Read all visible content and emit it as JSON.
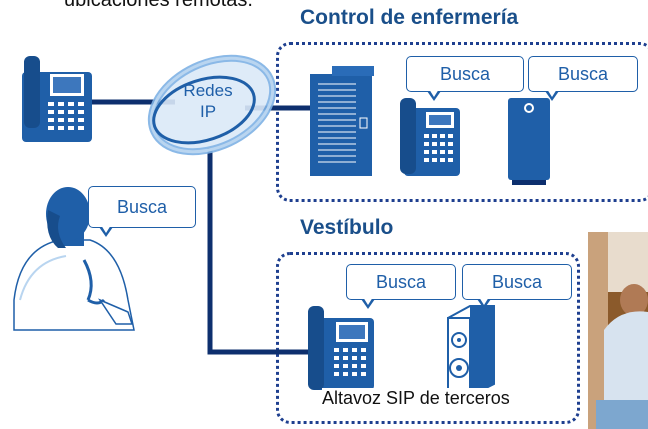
{
  "intro_text": "ubicaciones remotas.",
  "network": {
    "label_line1": "Redes",
    "label_line2": "IP"
  },
  "nursing_zone": {
    "title": "Control de enfermería"
  },
  "lobby_zone": {
    "title": "Vestíbulo",
    "speaker_caption": "Altavoz SIP de terceros"
  },
  "bubbles": {
    "nursing_phone": "Busca",
    "nursing_door": "Busca",
    "doctor": "Busca",
    "lobby_phone": "Busca",
    "lobby_speaker": "Busca"
  },
  "colors": {
    "primary": "#1f5fa8",
    "dark": "#1e3f8f",
    "line": "#0d2f6e",
    "ring": "#7fb2e5"
  }
}
